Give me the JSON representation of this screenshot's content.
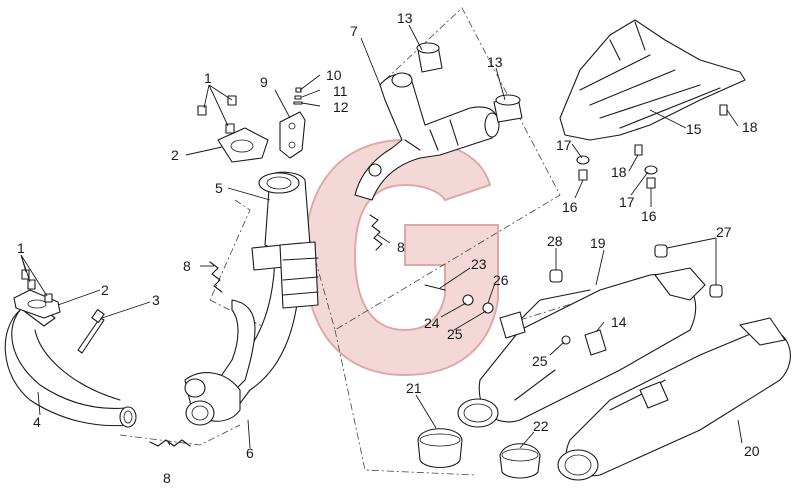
{
  "diagram": {
    "brand_mark": "G",
    "colors": {
      "line": "#1a1a1a",
      "watermark_fill": "#f3d2d2",
      "watermark_stroke": "#d89a9a"
    },
    "callouts": {
      "c1a": "1",
      "c1b": "1",
      "c2a": "2",
      "c2b": "2",
      "c3": "3",
      "c4": "4",
      "c5": "5",
      "c6": "6",
      "c7": "7",
      "c8a": "8",
      "c8b": "8",
      "c8c": "8",
      "c9": "9",
      "c10": "10",
      "c11": "11",
      "c12": "12",
      "c13a": "13",
      "c13b": "13",
      "c14": "14",
      "c15": "15",
      "c16a": "16",
      "c16b": "16",
      "c17a": "17",
      "c17b": "17",
      "c18a": "18",
      "c18b": "18",
      "c19": "19",
      "c20": "20",
      "c21": "21",
      "c22": "22",
      "c23": "23",
      "c24": "24",
      "c25a": "25",
      "c25b": "25",
      "c26": "26",
      "c27": "27",
      "c28": "28"
    }
  }
}
